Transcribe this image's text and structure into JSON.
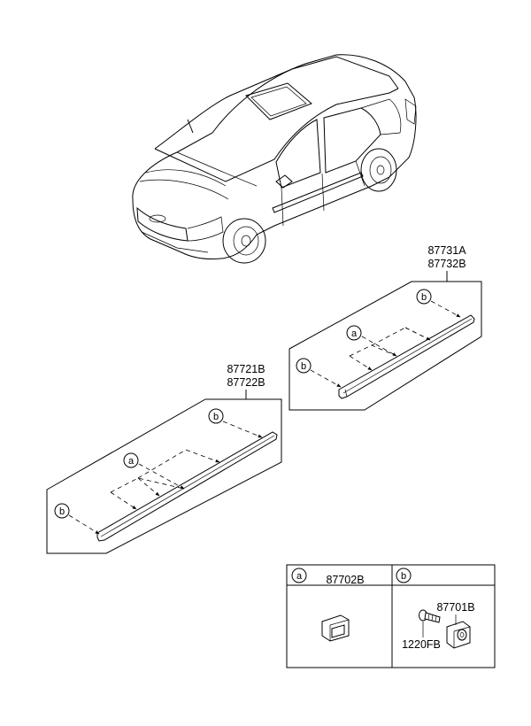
{
  "parts": {
    "rear_molding_1": "87731A",
    "rear_molding_2": "87732B",
    "front_molding_1": "87721B",
    "front_molding_2": "87722B",
    "clip_a": "87702B",
    "clip_b": "87701B",
    "screw": "1220FB"
  },
  "callouts": {
    "a": "a",
    "b": "b"
  }
}
